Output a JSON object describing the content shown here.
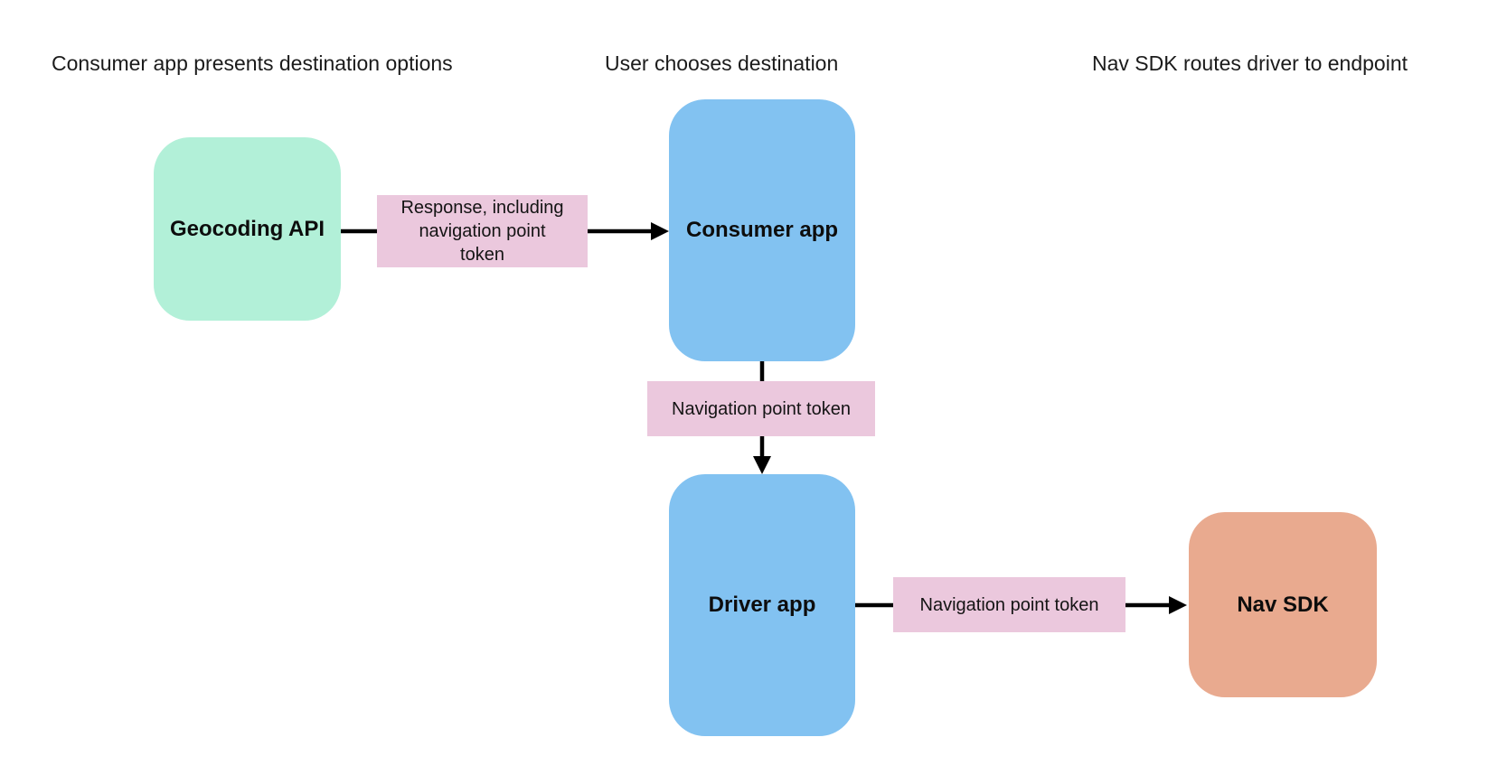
{
  "diagram": {
    "headers": {
      "step1": "Consumer app presents destination options",
      "step2": "User chooses destination",
      "step3": "Nav SDK routes driver to endpoint"
    },
    "nodes": {
      "geocoding_api": {
        "label": "Geocoding API",
        "color": "#b2f0d8"
      },
      "consumer_app": {
        "label": "Consumer app",
        "color": "#82c2f1"
      },
      "driver_app": {
        "label": "Driver app",
        "color": "#82c2f1"
      },
      "nav_sdk": {
        "label": "Nav SDK",
        "color": "#e9aa8f"
      }
    },
    "edge_labels": {
      "response_token": {
        "text": "Response, including\nnavigation point\ntoken",
        "color": "#ebc8dd"
      },
      "nav_point_token_a": {
        "text": "Navigation point token",
        "color": "#ebc8dd"
      },
      "nav_point_token_b": {
        "text": "Navigation point token",
        "color": "#ebc8dd"
      }
    },
    "connector_color": "#000000",
    "background_color": "#ffffff"
  }
}
